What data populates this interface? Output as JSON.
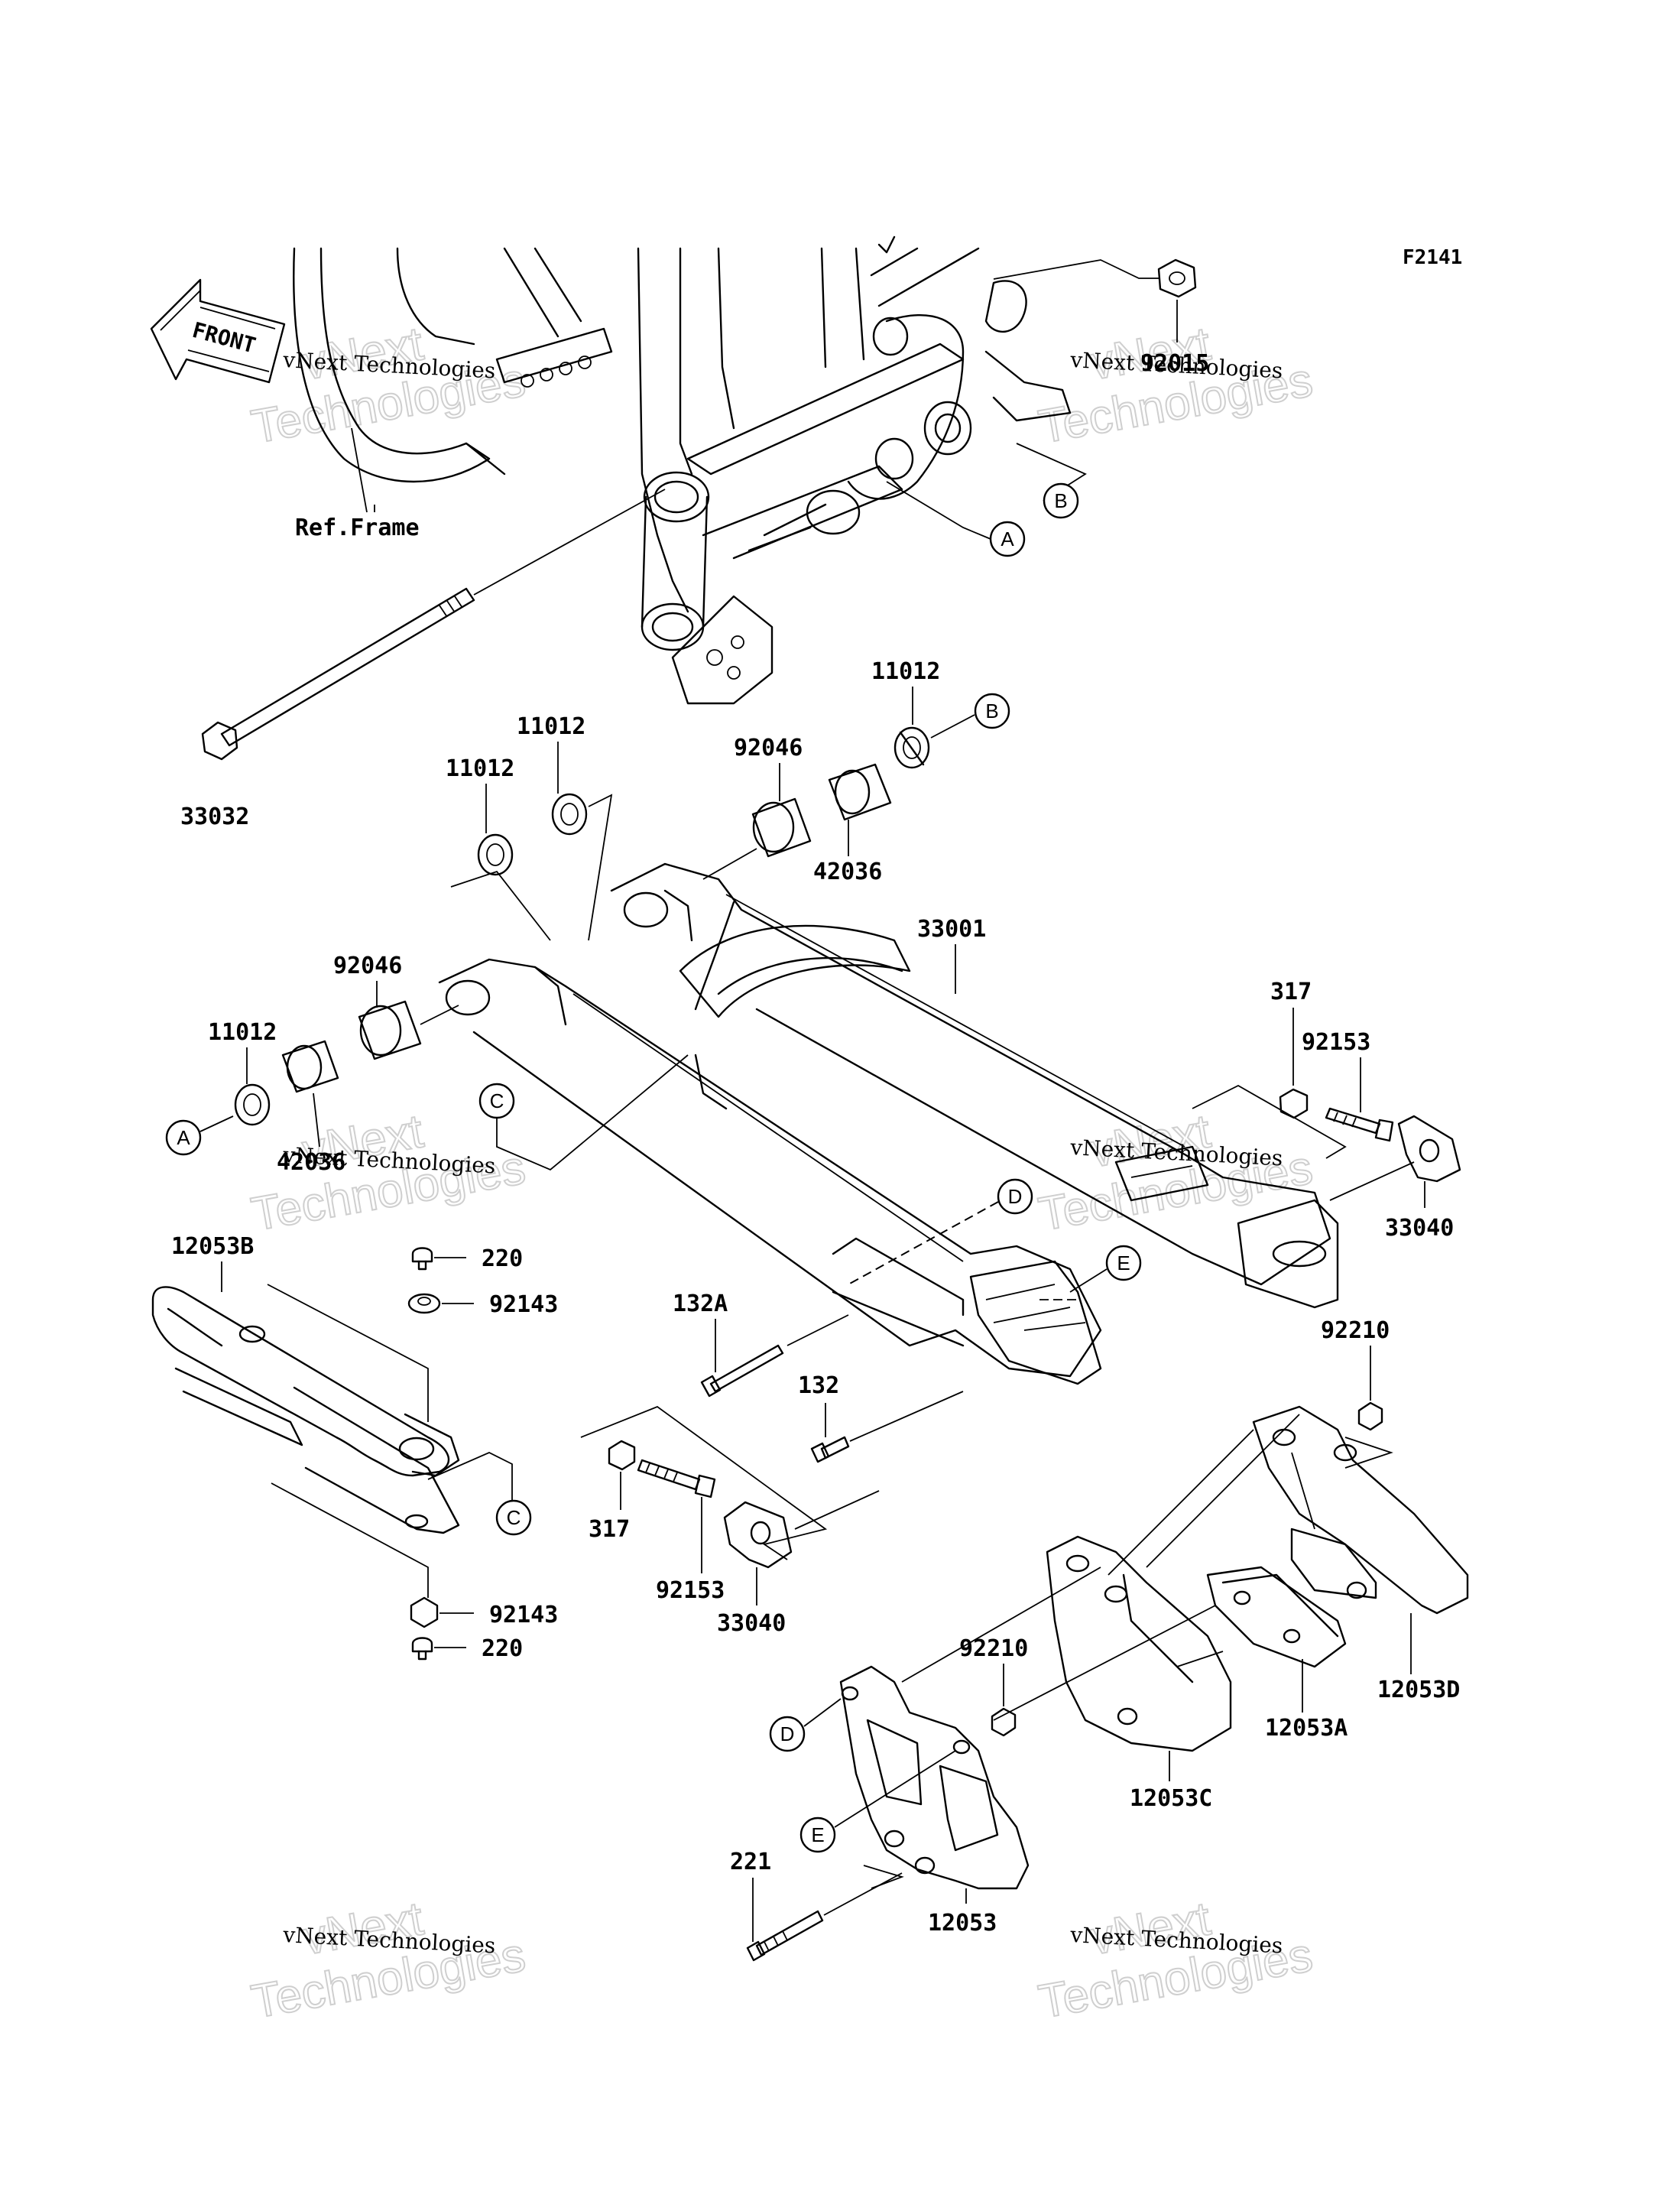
{
  "figure_code": "F2141",
  "front_label": "FRONT",
  "ref_frame": "Ref.Frame",
  "watermark": {
    "line1": "vNext Technologies",
    "line2": "vNext",
    "line3": "Technologies"
  },
  "labels": {
    "p92015": "92015",
    "p33032": "33032",
    "p11012_a": "11012",
    "p11012_b": "11012",
    "p11012_c": "11012",
    "p11012_d": "11012",
    "p92046_a": "92046",
    "p92046_b": "92046",
    "p42036_a": "42036",
    "p42036_b": "42036",
    "p33001": "33001",
    "p317_a": "317",
    "p317_b": "317",
    "p92153_a": "92153",
    "p92153_b": "92153",
    "p33040_a": "33040",
    "p33040_b": "33040",
    "p12053B": "12053B",
    "p220_a": "220",
    "p220_b": "220",
    "p92143_a": "92143",
    "p92143_b": "92143",
    "p132A": "132A",
    "p132": "132",
    "p92210_a": "92210",
    "p92210_b": "92210",
    "p12053D": "12053D",
    "p12053A": "12053A",
    "p12053C": "12053C",
    "p221": "221",
    "p12053": "12053"
  },
  "callouts": {
    "A": "A",
    "B": "B",
    "C": "C",
    "D": "D",
    "E": "E"
  }
}
